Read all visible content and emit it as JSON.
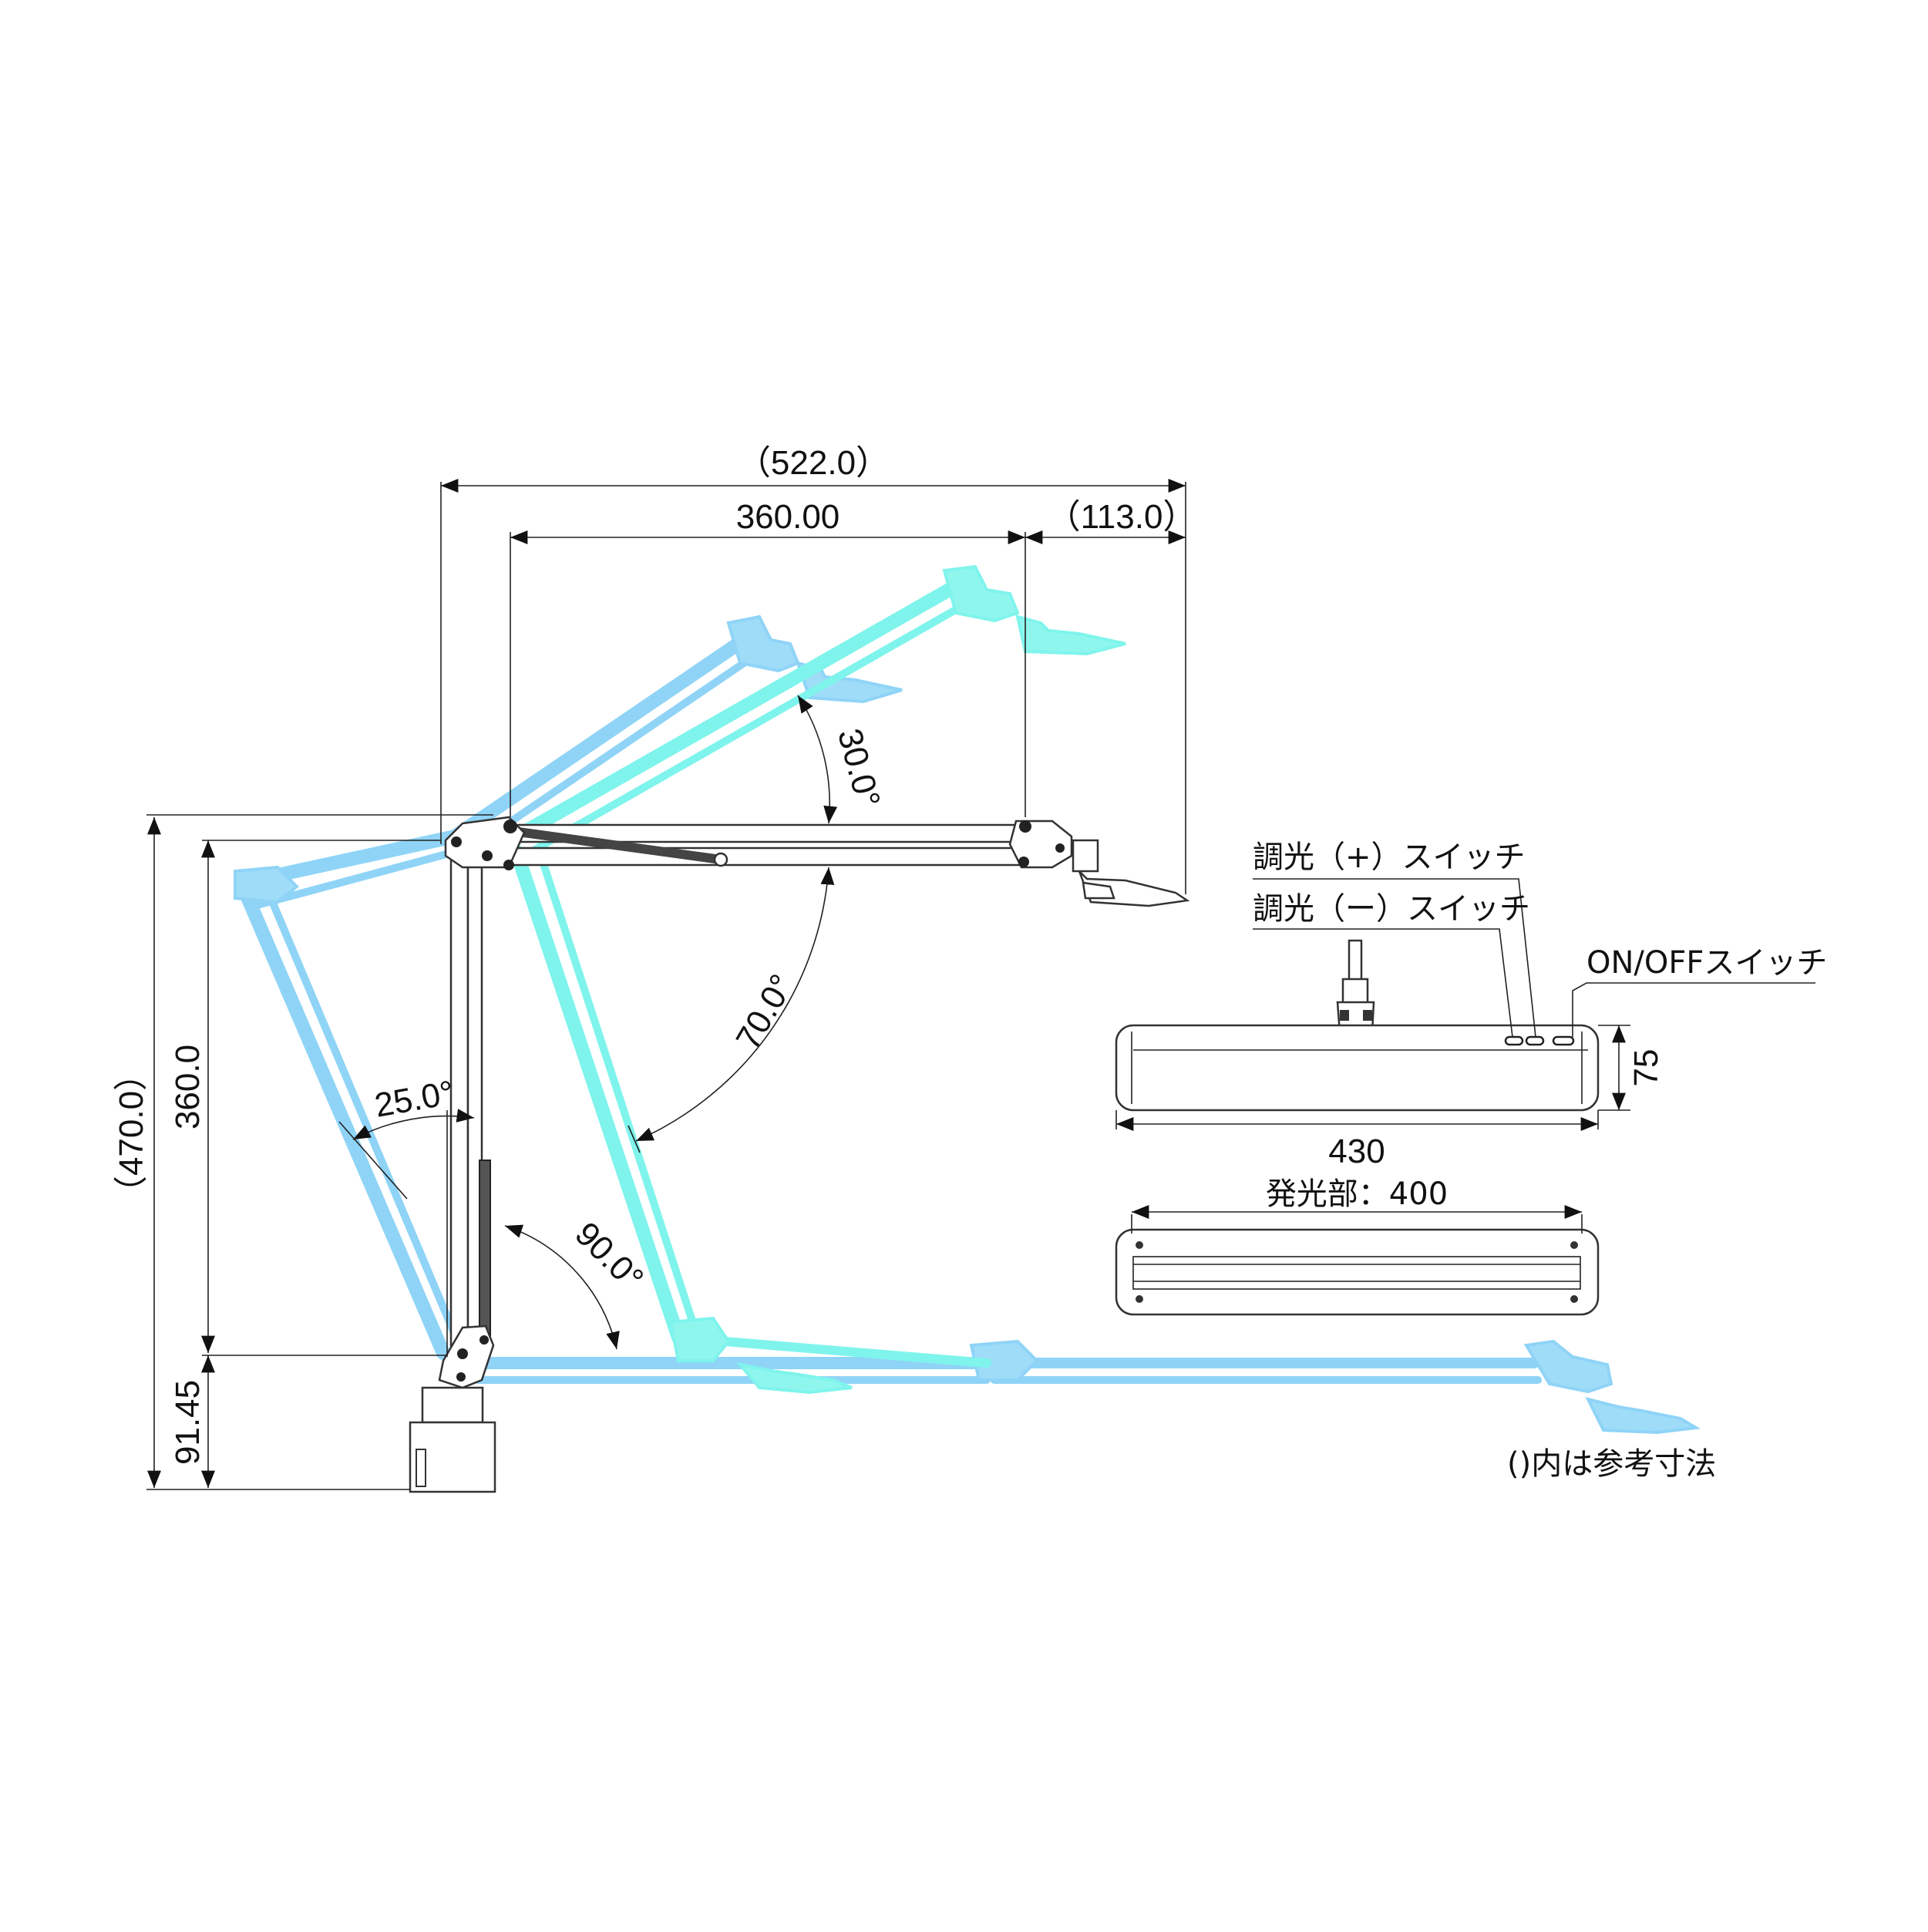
{
  "dimensions": {
    "overall_reach": "（522.0）",
    "arm_length": "360.00",
    "head_offset": "（113.0）",
    "total_height": "（470.0）",
    "arm_height": "360.0",
    "base_height": "91.45",
    "head_thickness": "75",
    "head_width": "430",
    "emitting_width": "発光部：400"
  },
  "angles": {
    "upper_tilt": "30.0°",
    "arm_swing": "70.0°",
    "pole_tilt": "25.0°",
    "lower_arm": "90.0°"
  },
  "labels": {
    "dim_plus": "調光（+）スイッチ",
    "dim_minus": "調光（ー）スイッチ",
    "power": "ON/OFFスイッチ"
  },
  "note": "()内は参考寸法",
  "colors": {
    "ghost_position_a": "#8fd4f7",
    "ghost_position_b": "#7ff4ec",
    "outline": "#222222"
  }
}
